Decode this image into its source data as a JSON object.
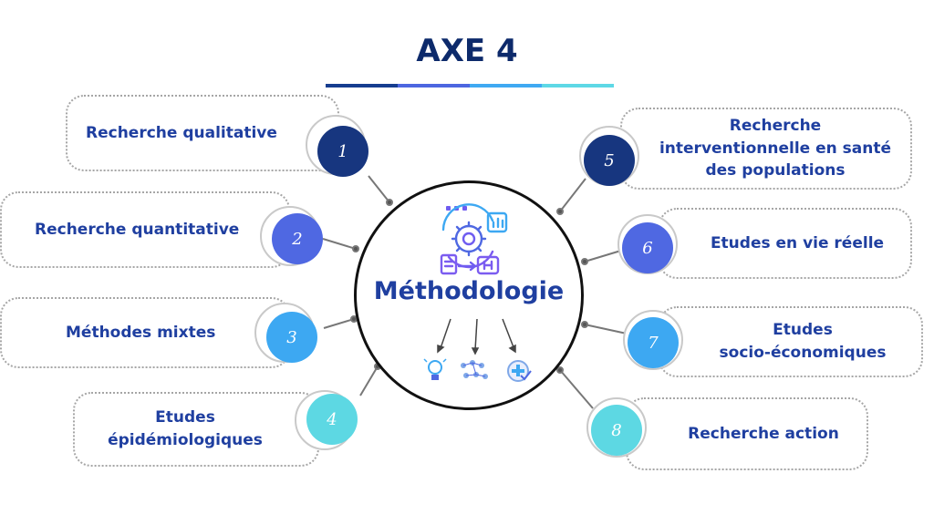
{
  "title": "AXE 4",
  "title_bar_colors": [
    "#163d8f",
    "#4d66e0",
    "#3fa9f2",
    "#5ed8e6"
  ],
  "center": {
    "label": "Méthodologie",
    "icon": "gear-cycle-process-icon",
    "sub_icons": [
      "lightbulb-icon",
      "network-people-icon",
      "health-check-icon"
    ]
  },
  "branches": [
    {
      "number": "1",
      "label": "Recherche qualitative",
      "color": "#17367f"
    },
    {
      "number": "2",
      "label": "Recherche quantitative",
      "color": "#4f68e2"
    },
    {
      "number": "3",
      "label": "Méthodes mixtes",
      "color": "#3da8f2"
    },
    {
      "number": "4",
      "label": "Etudes\népidémiologiques",
      "color": "#5dd8e3"
    },
    {
      "number": "5",
      "label": "Recherche\ninterventionnelle en santé\ndes populations",
      "color": "#17367f"
    },
    {
      "number": "6",
      "label": "Etudes en vie réelle",
      "color": "#4f68e2"
    },
    {
      "number": "7",
      "label": "Etudes\nsocio-économiques",
      "color": "#3da8f2"
    },
    {
      "number": "8",
      "label": "Recherche action",
      "color": "#5dd8e3"
    }
  ]
}
